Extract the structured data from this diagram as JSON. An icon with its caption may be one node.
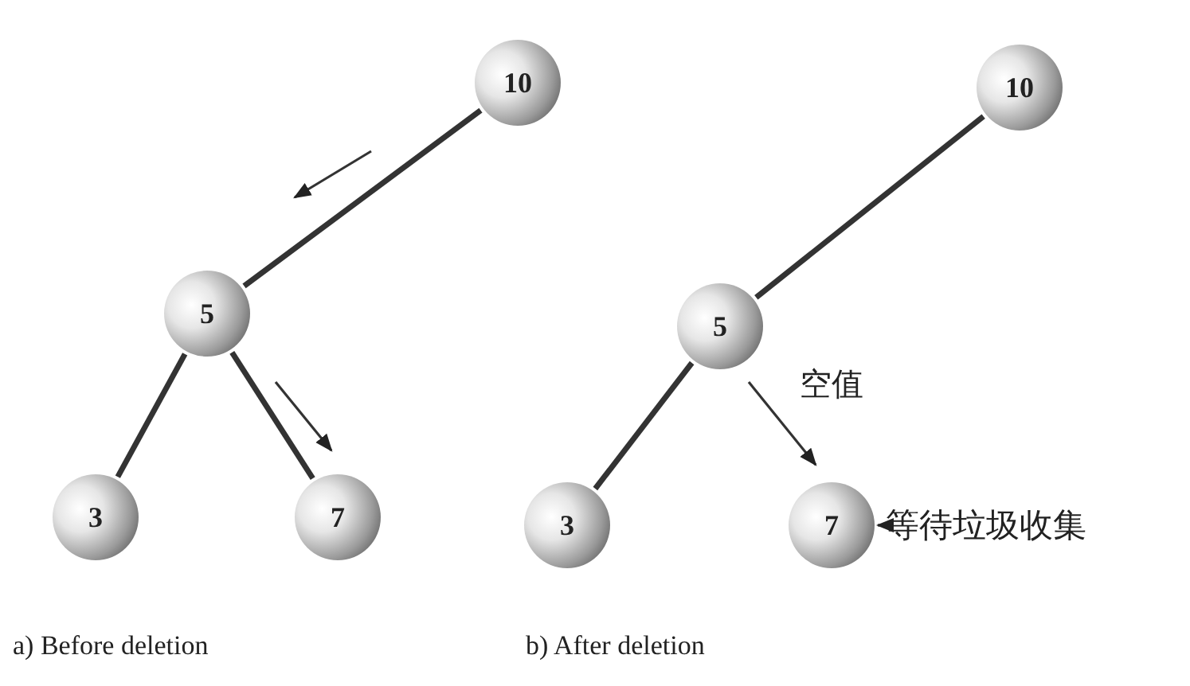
{
  "diagram": {
    "nodes": [
      {
        "text": [
          "10"
        ]
      },
      {
        "text": [
          "5"
        ]
      },
      {
        "text": [
          "3"
        ]
      },
      {
        "text": [
          "7"
        ]
      },
      {
        "text": [
          "10"
        ]
      },
      {
        "text": [
          "5"
        ]
      },
      {
        "text": [
          "3"
        ]
      },
      {
        "text": [
          "7"
        ]
      },
      {
        "text": [
          "等待垃圾收集"
        ]
      }
    ],
    "edges": [
      {
        "from": 0,
        "to": 1,
        "arrow": "none"
      },
      {
        "from": 1,
        "to": 2,
        "arrow": "none"
      },
      {
        "from": 1,
        "to": 3,
        "arrow": "none"
      },
      {
        "from": 4,
        "to": 5,
        "arrow": "none"
      },
      {
        "from": 5,
        "to": 6,
        "arrow": "none"
      },
      {
        "from": 5,
        "to": 7,
        "arrow": "to",
        "label": "空值"
      },
      {
        "from": 8,
        "to": 7,
        "arrow": "to"
      }
    ],
    "labels": [
      "a) Before deletion",
      "b) After deletion"
    ]
  }
}
